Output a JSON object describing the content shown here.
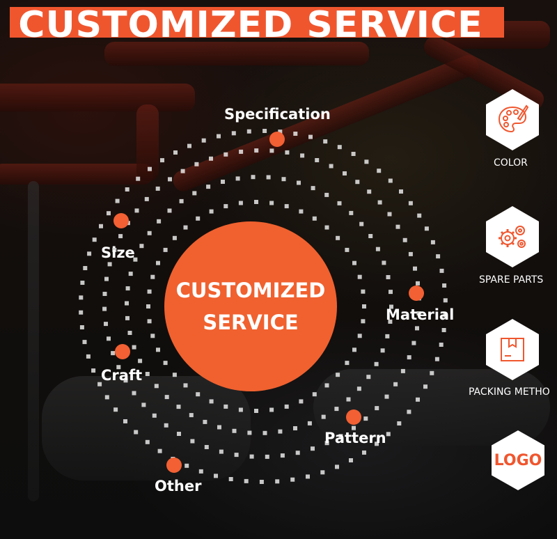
{
  "header": {
    "title": "CUSTOMIZED SERVICE"
  },
  "center": {
    "line1": "CUSTOMIZED",
    "line2": "SERVICE"
  },
  "ring_items": {
    "specification": "Specification",
    "size": "Size",
    "material": "Material",
    "craft": "Craft",
    "pattern": "Pattern",
    "other": "Other"
  },
  "options": {
    "color": {
      "label": "COLOR",
      "icon": "palette-icon"
    },
    "spare_parts": {
      "label": "SPARE PARTS",
      "icon": "gears-icon"
    },
    "packing": {
      "label": "PACKING METHO",
      "icon": "box-icon"
    },
    "logo": {
      "text": "LOGO"
    }
  },
  "colors": {
    "accent": "#f0562e",
    "white": "#ffffff",
    "ring_dots": "#e8e8e8"
  }
}
